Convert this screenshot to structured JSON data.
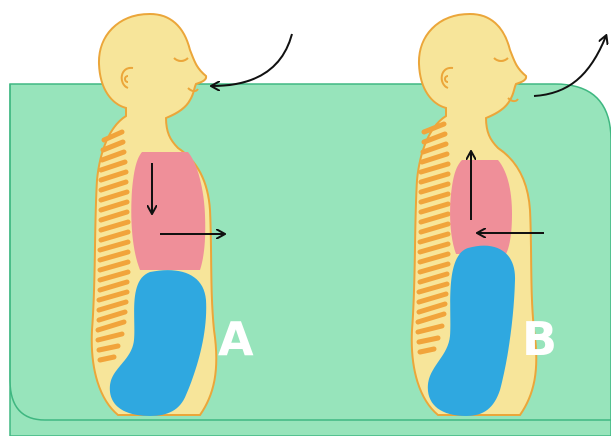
{
  "labels": {
    "panel_a": "A",
    "panel_b": "B"
  },
  "colors": {
    "background_panel": "#97e4bb",
    "body_fill": "#f7e59a",
    "body_outline": "#eba63a",
    "spine_ribs": "#f1a43b",
    "lungs": "#ef8f99",
    "abdomen": "#2fa8e0",
    "arrow": "#111111"
  },
  "panels": [
    {
      "label": "A",
      "airflow": "inhale",
      "diaphragm": "down",
      "chest": "out"
    },
    {
      "label": "B",
      "airflow": "exhale",
      "diaphragm": "up",
      "chest": "in"
    }
  ]
}
